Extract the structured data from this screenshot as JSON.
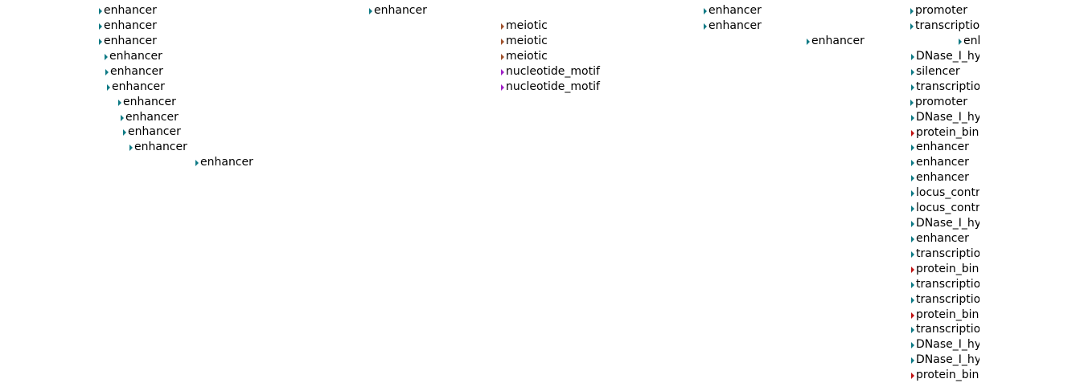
{
  "colors": {
    "enhancer": "#0e7a85",
    "promoter": "#0e7a85",
    "transcription": "#0e7a85",
    "DNase": "#0e7a85",
    "silencer": "#0e7a85",
    "locus": "#0e7a85",
    "meiotic": "#a0522d",
    "nucleotide_motif": "#a020c8",
    "protein_binding": "#c01414"
  },
  "features": [
    {
      "label": "enhancer",
      "kind": "enhancer"
    },
    {
      "label": "enhancer",
      "kind": "enhancer"
    },
    {
      "label": "enhancer",
      "kind": "enhancer"
    },
    {
      "label": "enhancer",
      "kind": "enhancer"
    },
    {
      "label": "enhancer",
      "kind": "enhancer"
    },
    {
      "label": "enhancer",
      "kind": "enhancer"
    },
    {
      "label": "enhancer",
      "kind": "enhancer"
    },
    {
      "label": "enhancer",
      "kind": "enhancer"
    },
    {
      "label": "enhancer",
      "kind": "enhancer"
    },
    {
      "label": "enhancer",
      "kind": "enhancer"
    },
    {
      "label": "enhancer",
      "kind": "enhancer"
    },
    {
      "label": "enhancer",
      "kind": "enhancer"
    },
    {
      "label": "meiotic",
      "kind": "meiotic"
    },
    {
      "label": "meiotic",
      "kind": "meiotic"
    },
    {
      "label": "meiotic",
      "kind": "meiotic"
    },
    {
      "label": "nucleotide_motif",
      "kind": "nucleotide_motif"
    },
    {
      "label": "nucleotide_motif",
      "kind": "nucleotide_motif"
    },
    {
      "label": "enhancer",
      "kind": "enhancer"
    },
    {
      "label": "enhancer",
      "kind": "enhancer"
    },
    {
      "label": "enhancer",
      "kind": "enhancer"
    },
    {
      "label": "promoter",
      "kind": "promoter"
    },
    {
      "label": "transcription",
      "kind": "transcription"
    },
    {
      "label": "enh",
      "kind": "enhancer"
    },
    {
      "label": "DNase_I_hy",
      "kind": "DNase"
    },
    {
      "label": "silencer",
      "kind": "silencer"
    },
    {
      "label": "transcription",
      "kind": "transcription"
    },
    {
      "label": "promoter",
      "kind": "promoter"
    },
    {
      "label": "DNase_I_hy",
      "kind": "DNase"
    },
    {
      "label": "protein_bind",
      "kind": "protein_binding"
    },
    {
      "label": "enhancer",
      "kind": "enhancer"
    },
    {
      "label": "enhancer",
      "kind": "enhancer"
    },
    {
      "label": "enhancer",
      "kind": "enhancer"
    },
    {
      "label": "locus_contro",
      "kind": "locus"
    },
    {
      "label": "locus_contro",
      "kind": "locus"
    },
    {
      "label": "DNase_I_hy",
      "kind": "DNase"
    },
    {
      "label": "enhancer",
      "kind": "enhancer"
    },
    {
      "label": "transcription",
      "kind": "transcription"
    },
    {
      "label": "protein_bind",
      "kind": "protein_binding"
    },
    {
      "label": "transcription",
      "kind": "transcription"
    },
    {
      "label": "transcription",
      "kind": "transcription"
    },
    {
      "label": "protein_bind",
      "kind": "protein_binding"
    },
    {
      "label": "transcription",
      "kind": "transcription"
    },
    {
      "label": "DNase_I_hy",
      "kind": "DNase"
    },
    {
      "label": "DNase_I_hy",
      "kind": "DNase"
    },
    {
      "label": "protein_bind",
      "kind": "protein_binding"
    }
  ]
}
